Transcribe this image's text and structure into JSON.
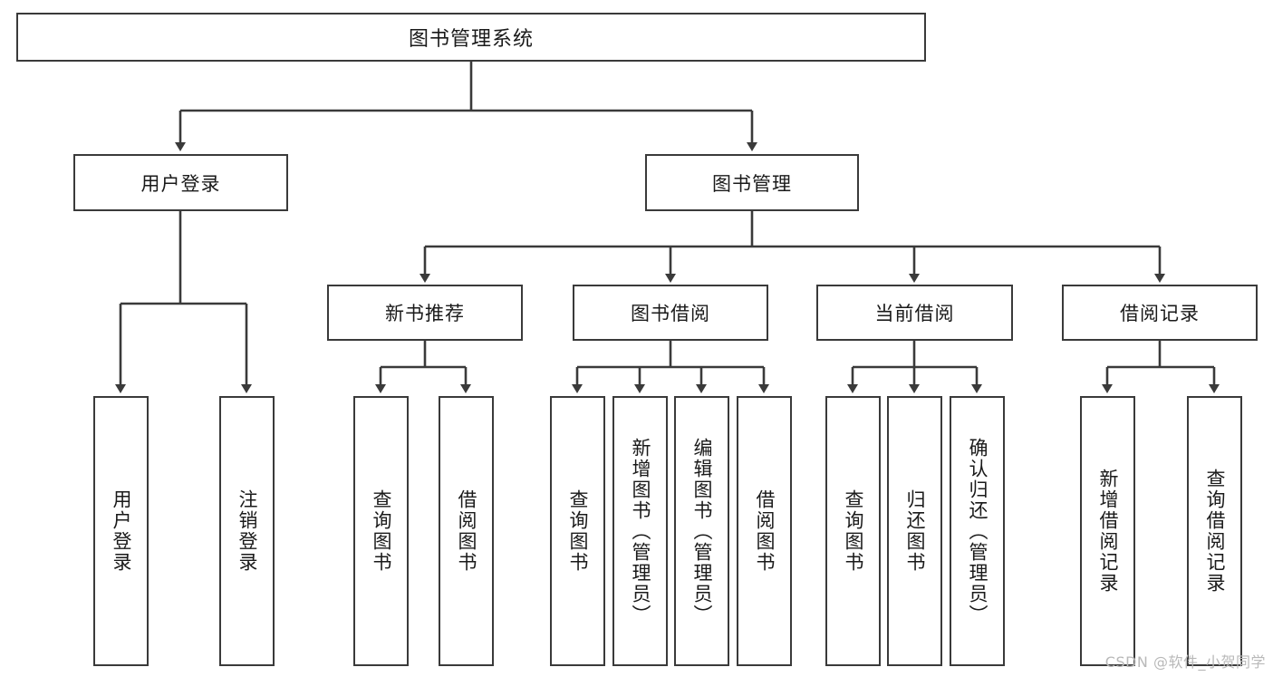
{
  "diagram": {
    "title": "图书管理系统",
    "type": "hierarchy-tree",
    "root": {
      "label": "图书管理系统"
    },
    "level2": [
      {
        "label": "用户登录"
      },
      {
        "label": "图书管理"
      }
    ],
    "level3": [
      {
        "label": "新书推荐"
      },
      {
        "label": "图书借阅"
      },
      {
        "label": "当前借阅"
      },
      {
        "label": "借阅记录"
      }
    ],
    "leaves": {
      "user_login": [
        {
          "label": "用户登录"
        },
        {
          "label": "注销登录"
        }
      ],
      "new_book_recommend": [
        {
          "label": "查询图书"
        },
        {
          "label": "借阅图书"
        }
      ],
      "book_borrow": [
        {
          "label": "查询图书"
        },
        {
          "label": "新增图书（管理员）"
        },
        {
          "label": "编辑图书（管理员）"
        },
        {
          "label": "借阅图书"
        }
      ],
      "current_borrow": [
        {
          "label": "查询图书"
        },
        {
          "label": "归还图书"
        },
        {
          "label": "确认归还（管理员）"
        }
      ],
      "borrow_record": [
        {
          "label": "新增借阅记录"
        },
        {
          "label": "查询借阅记录"
        }
      ]
    }
  },
  "watermark": {
    "text": "CSDN @软件_小贺同学"
  },
  "colors": {
    "stroke": "#3a3a3a",
    "text": "#1a1a1a",
    "background": "#ffffff",
    "watermark": "#b9b9b9"
  }
}
